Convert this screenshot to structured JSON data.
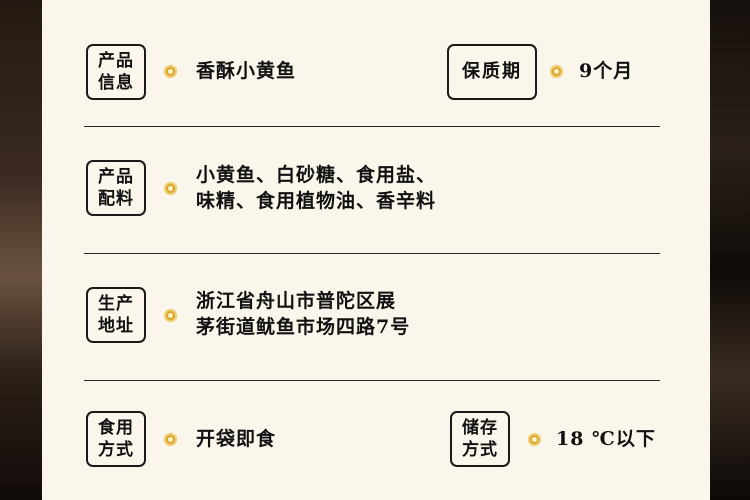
{
  "rows": {
    "product_info": {
      "label_line1": "产品",
      "label_line2": "信息",
      "value": "香酥小黄鱼",
      "shelf_label": "保质期",
      "shelf_value": "9个月"
    },
    "ingredients": {
      "label_line1": "产品",
      "label_line2": "配料",
      "value_line1": "小黄鱼、白砂糖、食用盐、",
      "value_line2": "味精、食用植物油、香辛料"
    },
    "address": {
      "label_line1": "生产",
      "label_line2": "地址",
      "value_line1": "浙江省舟山市普陀区展",
      "value_line2": "茅街道鱿鱼市场四路7号"
    },
    "usage": {
      "label_line1": "食用",
      "label_line2": "方式",
      "value": "开袋即食",
      "storage_line1": "储存",
      "storage_line2": "方式",
      "storage_value": "18 ℃以下"
    }
  },
  "colors": {
    "card": "#fbf6ec",
    "accent_dot": "#d9a52c",
    "text": "#111111"
  }
}
